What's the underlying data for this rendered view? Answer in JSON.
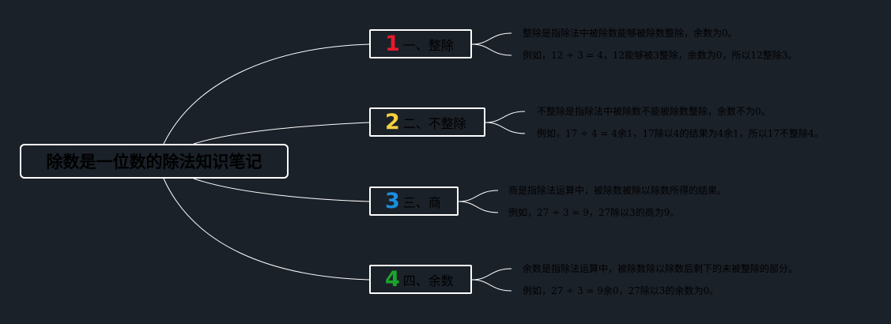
{
  "diagram": {
    "root": {
      "label": "除数是一位数的除法知识笔记"
    },
    "colors": {
      "background": "#1b2129",
      "line": "#ffffff",
      "text": "#000000",
      "num1": "#e8192c",
      "num2": "#f5d040",
      "num3": "#1a8fe0",
      "num4": "#1aa52c"
    },
    "branches": [
      {
        "number": "1",
        "label": "一、整除",
        "details": [
          "整除是指除法中被除数能够被除数整除，余数为0。",
          "例如，12 ÷ 3 = 4，12能够被3整除，余数为0，所以12整除3。"
        ]
      },
      {
        "number": "2",
        "label": "二、不整除",
        "details": [
          "不整除是指除法中被除数不能被除数整除，余数不为0。",
          "例如，17 ÷ 4 = 4余1，17除以4的结果为4余1，所以17不整除4。"
        ]
      },
      {
        "number": "3",
        "label": "三、商",
        "details": [
          "商是指除法运算中，被除数被除以除数所得的结果。",
          "例如，27 ÷ 3 = 9，27除以3的商为9。"
        ]
      },
      {
        "number": "4",
        "label": "四、余数",
        "details": [
          "余数是指除法运算中，被除数除以除数后剩下的未被整除的部分。",
          "例如，27 ÷ 3 = 9余0，27除以3的余数为0。"
        ]
      }
    ]
  }
}
